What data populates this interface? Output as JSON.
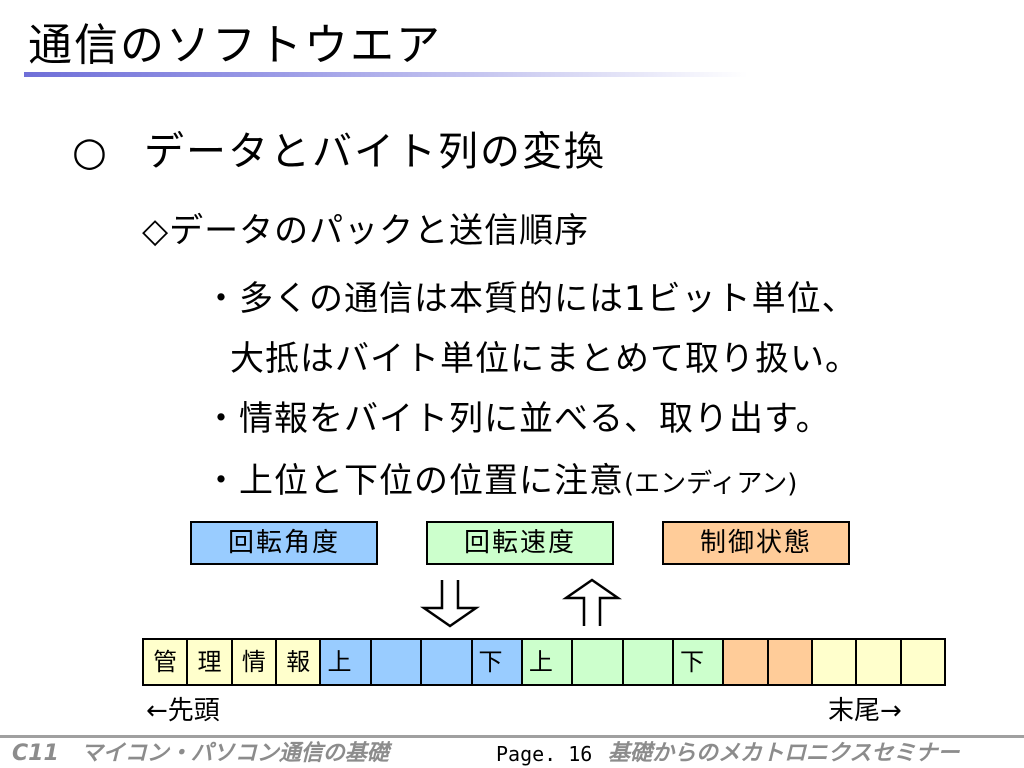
{
  "slide": {
    "title": "通信のソフトウエア",
    "heading_mark": "○",
    "heading": "データとバイト列の変換",
    "subheading": "◇データのパックと送信順序",
    "bullets": {
      "b1_line1": "・多くの通信は本質的には1ビット単位、",
      "b1_line2": "大抵はバイト単位にまとめて取り扱い。",
      "b2": "・情報をバイト列に並べる、取り出す。",
      "b3_main": "・上位と下位の位置に注意",
      "b3_note": "(エンディアン)"
    }
  },
  "diagram": {
    "tags": [
      {
        "label": "回転角度",
        "color": "#99ccff"
      },
      {
        "label": "回転速度",
        "color": "#ccffcc"
      },
      {
        "label": "制御状態",
        "color": "#ffcc99"
      }
    ],
    "bytes": [
      {
        "label": "管",
        "color": "#ffffcc"
      },
      {
        "label": "理",
        "color": "#ffffcc"
      },
      {
        "label": "情",
        "color": "#ffffcc"
      },
      {
        "label": "報",
        "color": "#ffffcc"
      },
      {
        "label": "上",
        "color": "#99ccff"
      },
      {
        "label": "",
        "color": "#99ccff"
      },
      {
        "label": "",
        "color": "#99ccff"
      },
      {
        "label": "下",
        "color": "#99ccff"
      },
      {
        "label": "上",
        "color": "#ccffcc"
      },
      {
        "label": "",
        "color": "#ccffcc"
      },
      {
        "label": "",
        "color": "#ccffcc"
      },
      {
        "label": "下",
        "color": "#ccffcc"
      },
      {
        "label": "",
        "color": "#ffcc99"
      },
      {
        "label": "",
        "color": "#ffcc99"
      },
      {
        "label": "",
        "color": "#ffffcc"
      },
      {
        "label": "",
        "color": "#ffffcc"
      },
      {
        "label": "",
        "color": "#ffffcc"
      }
    ],
    "head_label": "←先頭",
    "tail_label": "末尾→",
    "down_arrow_icon": "double-down-arrow-icon",
    "up_arrow_icon": "double-up-arrow-icon"
  },
  "footer": {
    "left": "C11　マイコン・パソコン通信の基礎",
    "page": "Page. 16",
    "right": "基礎からのメカトロニクスセミナー"
  }
}
